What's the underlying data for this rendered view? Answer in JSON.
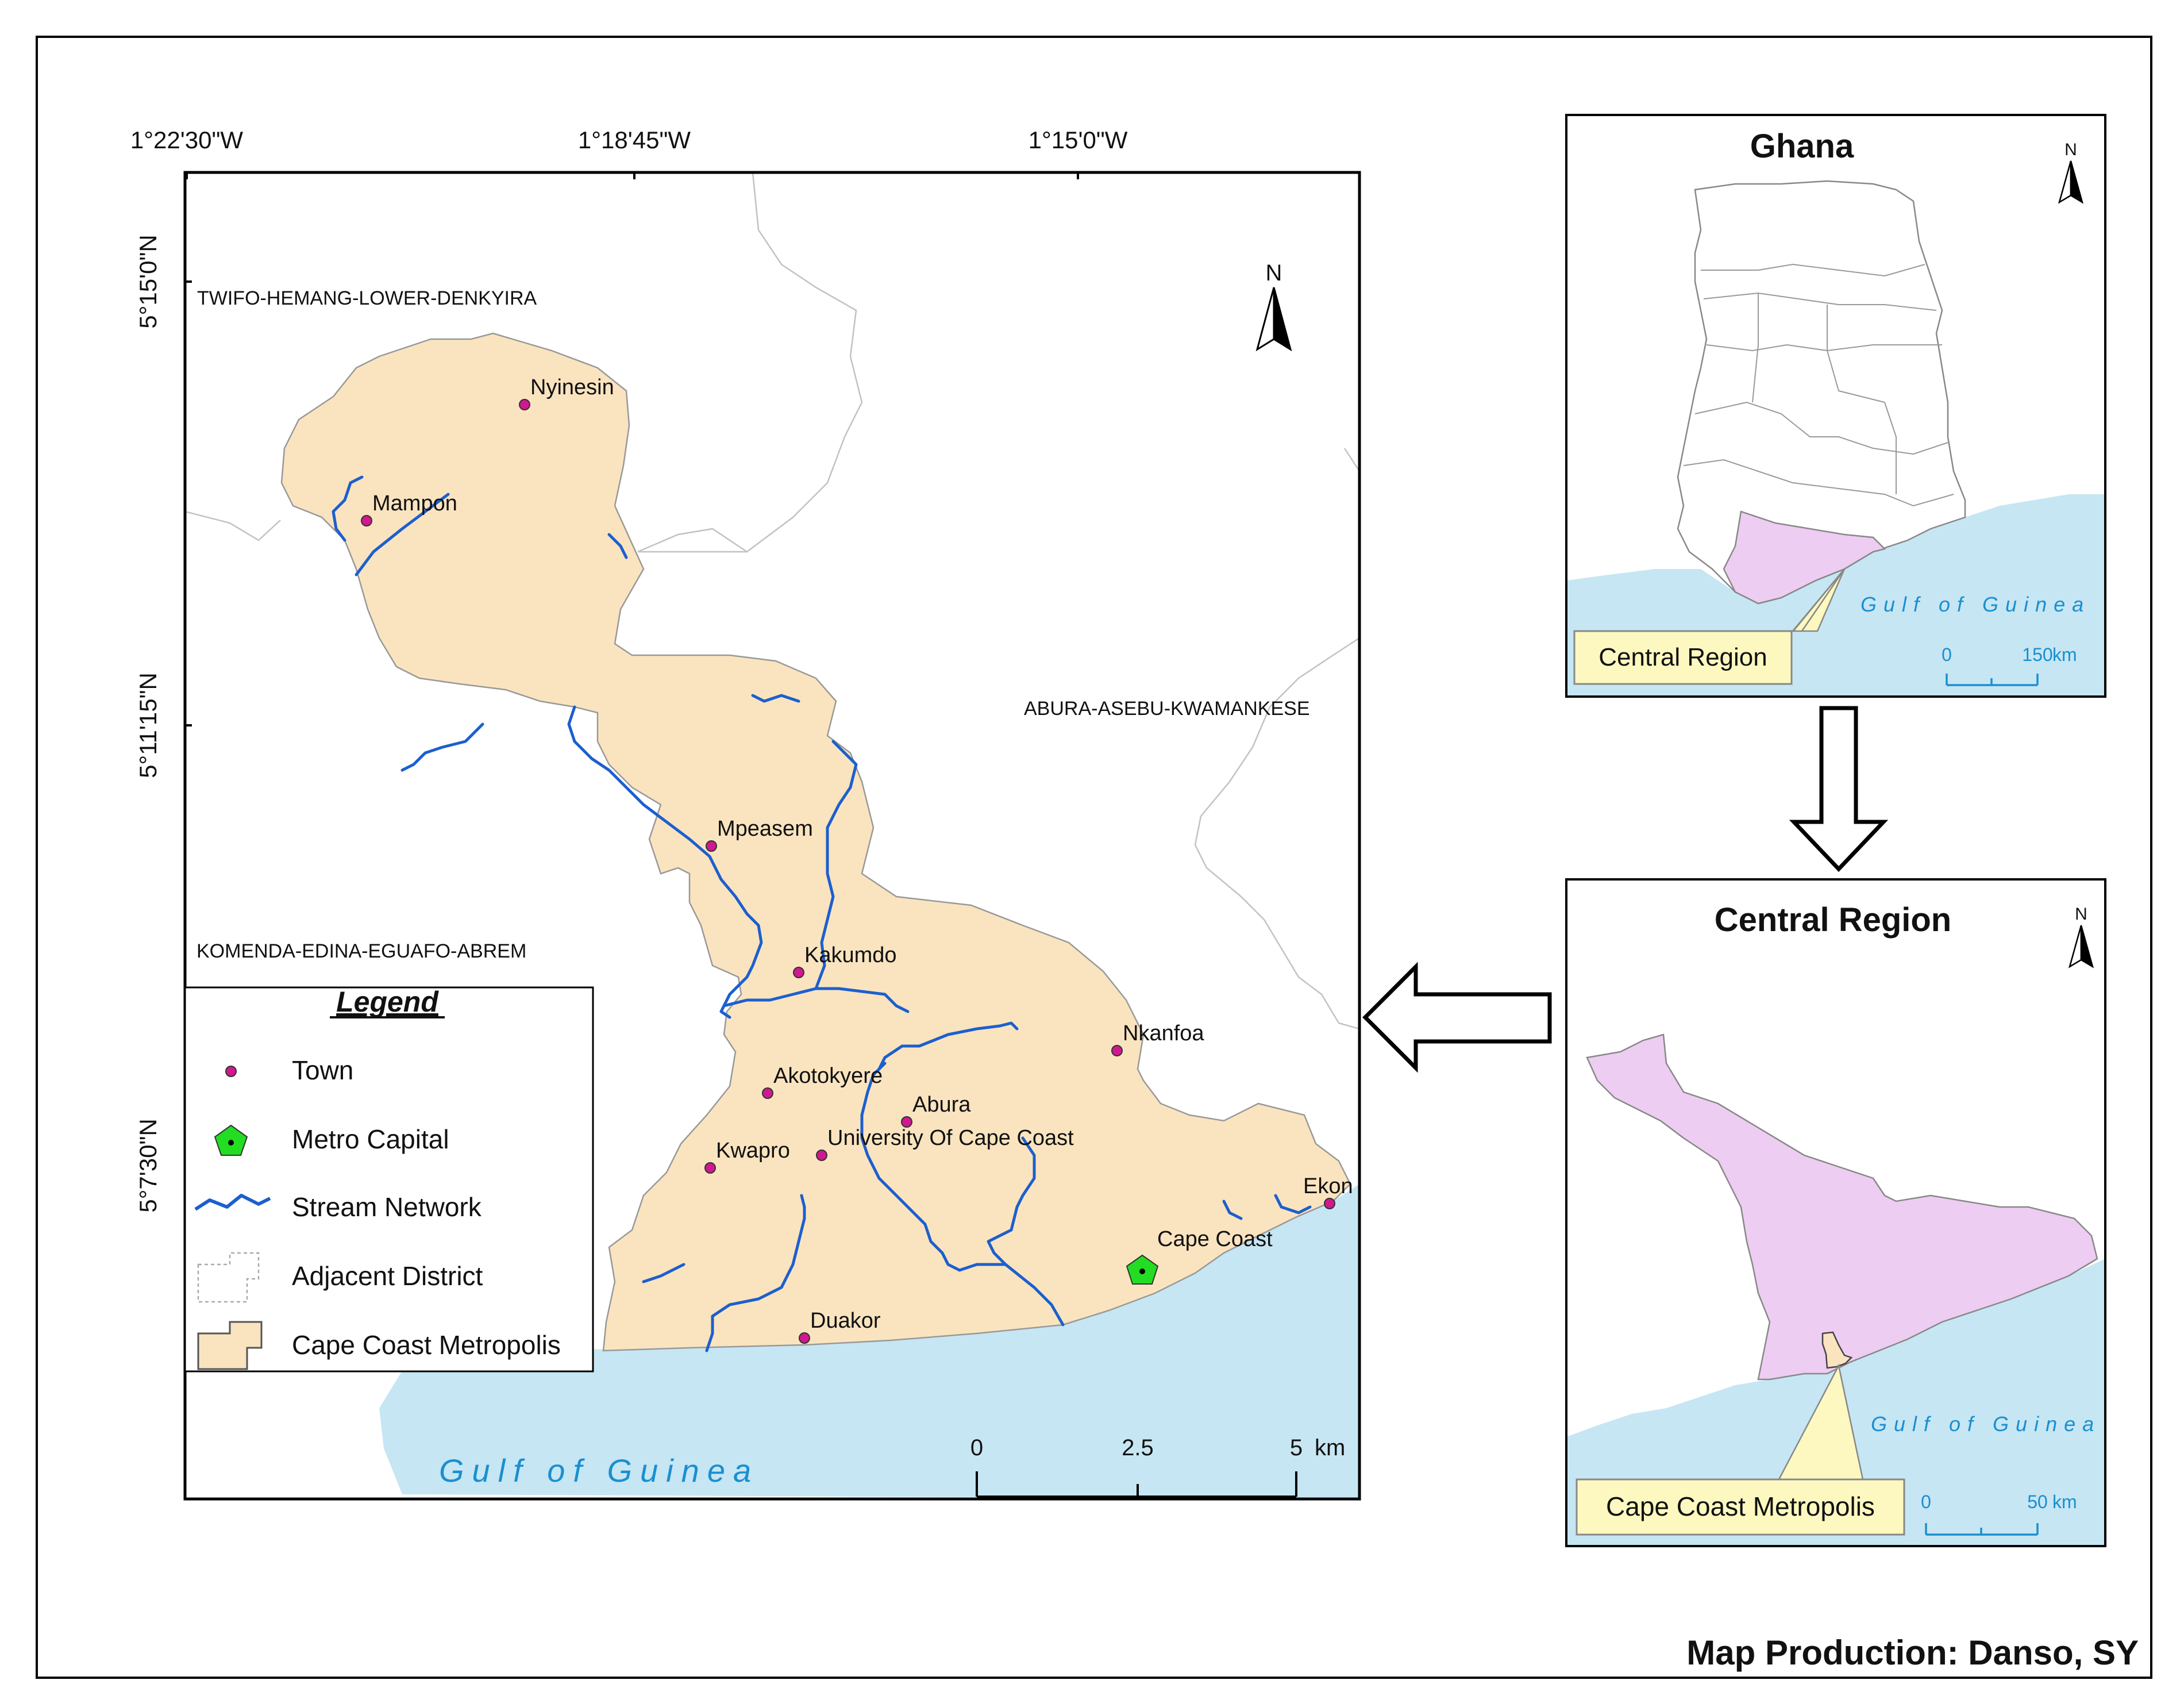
{
  "main_map": {
    "coords": {
      "lon": [
        "1°22'30\"W",
        "1°18'45\"W",
        "1°15'0\"W"
      ],
      "lat": [
        "5°15'0\"N",
        "5°11'15\"N",
        "5°7'30\"N"
      ]
    },
    "north": "N",
    "districts": [
      "TWIFO-HEMANG-LOWER-DENKYIRA",
      "ABURA-ASEBU-KWAMANKESE",
      "KOMENDA-EDINA-EGUAFO-ABREM"
    ],
    "sea_label": "Gulf of Guinea",
    "towns": [
      {
        "name": "Nyinesin"
      },
      {
        "name": "Mampon"
      },
      {
        "name": "Mpeasem"
      },
      {
        "name": "Kakumdo"
      },
      {
        "name": "Nkanfoa"
      },
      {
        "name": "Akotokyere"
      },
      {
        "name": "Abura"
      },
      {
        "name": "University Of Cape Coast"
      },
      {
        "name": "Kwapro"
      },
      {
        "name": "Ekon"
      },
      {
        "name": "Duakor"
      }
    ],
    "capital": {
      "name": "Cape Coast"
    },
    "scalebar": {
      "ticks": [
        "0",
        "2.5",
        "5"
      ],
      "unit": "km"
    }
  },
  "legend": {
    "title": "Legend",
    "items": [
      "Town",
      "Metro Capital",
      "Stream Network",
      "Adjacent District",
      "Cape Coast Metropolis"
    ]
  },
  "inset_ghana": {
    "title": "Ghana",
    "north": "N",
    "sea_label": "Gulf of Guinea",
    "callout": "Central Region",
    "scalebar": {
      "ticks": [
        "0",
        "150"
      ],
      "unit": "km"
    }
  },
  "inset_central": {
    "title": "Central Region",
    "north": "N",
    "sea_label": "Gulf of Guinea",
    "callout": "Cape Coast Metropolis",
    "scalebar": {
      "ticks": [
        "0",
        "50"
      ],
      "unit": "km"
    }
  },
  "credit": "Map Production: Danso, SY",
  "colors": {
    "metropolis": "#fae4bf",
    "sea": "#c6e6f3",
    "region": "#eecdf2",
    "stream": "#1c5fcf",
    "town": "#d0188f",
    "capital": "#22dd22",
    "callout": "#fdf8bf"
  }
}
